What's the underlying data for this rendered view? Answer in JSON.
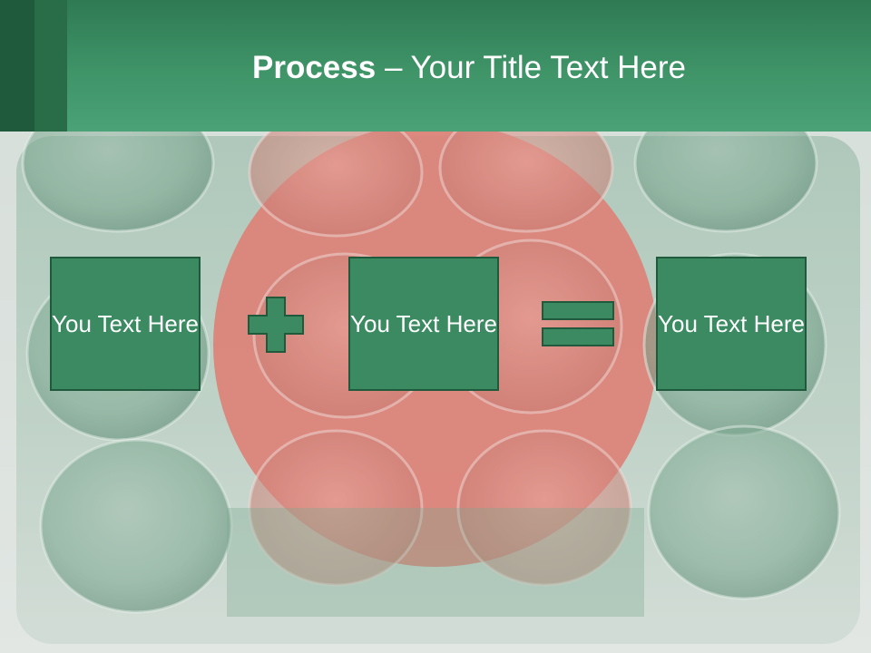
{
  "slide": {
    "title_bold": "Process",
    "title_rest": " – Your Title Text Here"
  },
  "process": {
    "boxes": [
      {
        "text": "You Text Here"
      },
      {
        "text": "You Text Here"
      },
      {
        "text": "You Text Here"
      }
    ],
    "operators": [
      "plus-icon",
      "equals-icon"
    ]
  },
  "colors": {
    "header": "#3f9468",
    "box_fill": "#3b8a61",
    "box_border": "#1f5a3c",
    "flag_red": "#d9574c"
  }
}
